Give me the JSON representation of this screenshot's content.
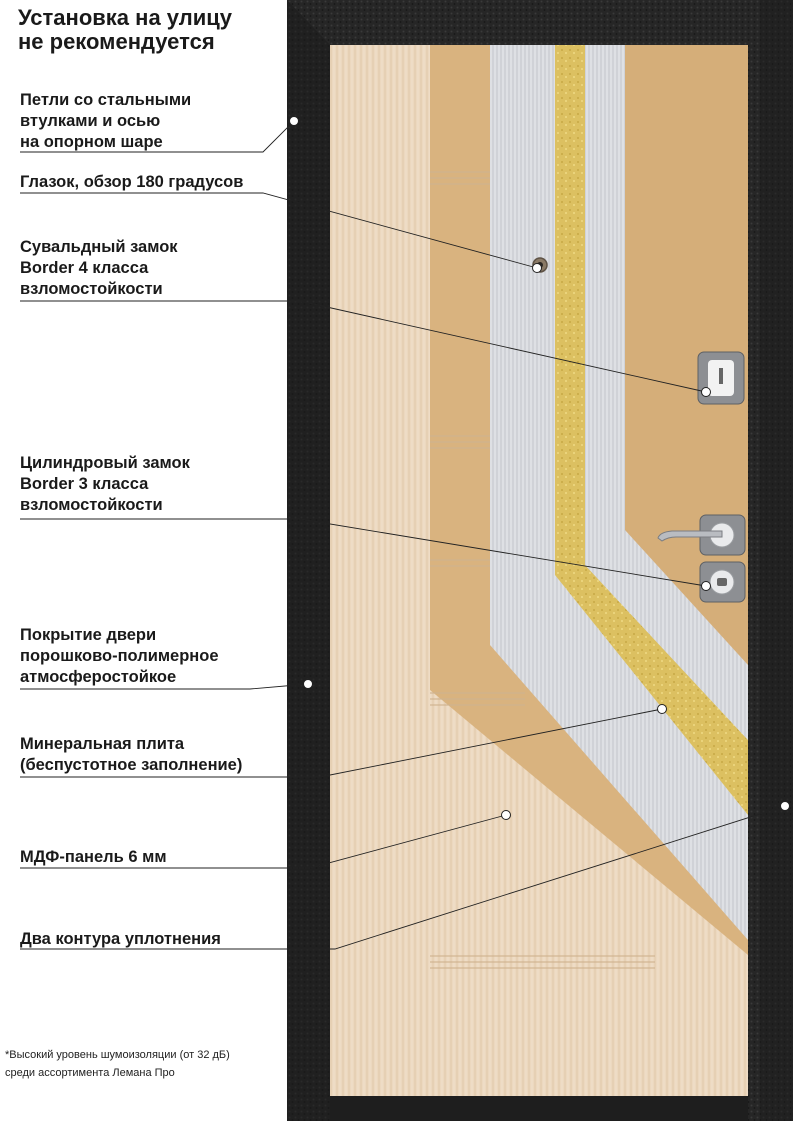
{
  "title": "Установка на улицу\nне рекомендуется",
  "callouts": [
    {
      "id": "hinges",
      "text": "Петли со стальными\nвтулками и осью\nна опорном шаре"
    },
    {
      "id": "peephole",
      "text": "Глазок, обзор 180 градусов"
    },
    {
      "id": "lever-lock",
      "text": "Сувальдный замок\nBorder 4 класса\nвзломостойкости"
    },
    {
      "id": "cylinder-lock",
      "text": "Цилиндровый замок\nBorder 3 класса\nвзломостойкости"
    },
    {
      "id": "coating",
      "text": "Покрытие двери\nпорошково-полимерное\nатмосферостойкое"
    },
    {
      "id": "mineral",
      "text": "Минеральная плита\n(беспустотное заполнение)"
    },
    {
      "id": "mdf",
      "text": "МДФ-панель 6 мм"
    },
    {
      "id": "seals",
      "text": "Два контура уплотнения"
    }
  ],
  "footnote": "*Высокий уровень шумоизоляции (от 32 дБ)\nсреди ассортимента Лемана Про",
  "colors": {
    "frame": "#232323",
    "panel": "#ecd8bf",
    "mdf": "#d8b27e",
    "metal": "#d9dbdf",
    "mineral": "#d9be5c"
  }
}
